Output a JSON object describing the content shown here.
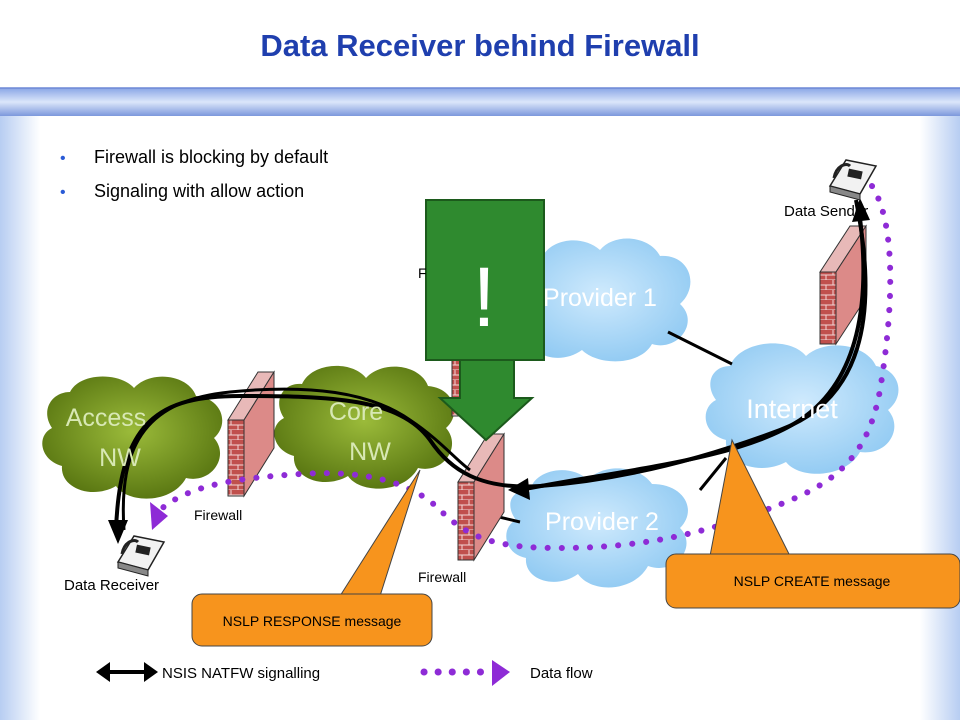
{
  "title": "Data Receiver behind Firewall",
  "bullets": [
    "Firewall is blocking by default",
    "Signaling with allow action"
  ],
  "clouds": {
    "access": "Access\nNW",
    "core": "Core\nNW",
    "provider1": "Provider 1",
    "provider2": "Provider 2",
    "internet": "Internet"
  },
  "labels": {
    "data_sender": "Data Sender",
    "data_receiver": "Data Receiver",
    "firewall_left": "Firewall",
    "firewall_middle": "Firewall",
    "firewall_hidden_fragment": "F"
  },
  "callouts": {
    "response": "NSLP RESPONSE message",
    "create": "NSLP CREATE message"
  },
  "alert": {
    "symbol": "!"
  },
  "legend": {
    "signalling": "NSIS NATFW signalling",
    "data_flow": "Data flow"
  },
  "colors": {
    "title": "#1f3fae",
    "bullet": "#2a5bd6",
    "cloud_green": "#6f8f1a",
    "cloud_blue": "#a9d8f8",
    "firewall_brick": "#c0504d",
    "callout": "#f7941d",
    "alert_green": "#2f8a2f",
    "data_flow": "#8e2bd6"
  }
}
